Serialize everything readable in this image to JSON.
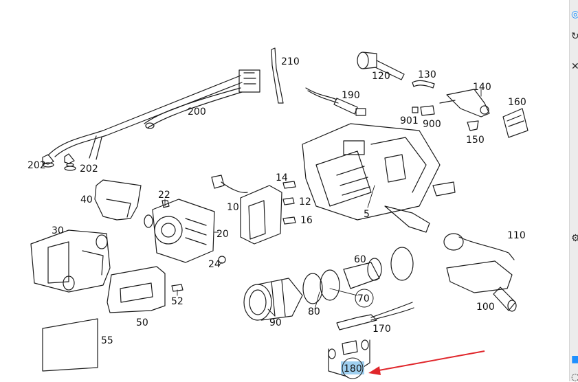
{
  "diagram": {
    "part_labels": {
      "p202a": "202",
      "p202b": "202",
      "p200": "200",
      "p210": "210",
      "p190": "190",
      "p120": "120",
      "p130": "130",
      "p140": "140",
      "p160": "160",
      "p901": "901",
      "p900": "900",
      "p150": "150",
      "p40": "40",
      "p22": "22",
      "p14": "14",
      "p12": "12",
      "p16": "16",
      "p10": "10",
      "p5": "5",
      "p30": "30",
      "p20": "20",
      "p24": "24",
      "p52": "52",
      "p50": "50",
      "p55": "55",
      "p60": "60",
      "p70": "70",
      "p80": "80",
      "p90": "90",
      "p170": "170",
      "p110": "110",
      "p100": "100",
      "p180": "180"
    },
    "highlighted_part": "180",
    "highlight_color": "#9fd0f0",
    "arrow_color": "#e0262b"
  },
  "sidebar": {
    "icons": [
      "target-icon",
      "rotate-icon",
      "close-icon",
      "settings-icon",
      "marker-square",
      "ring-icon"
    ],
    "colors": {
      "target": "#1e90ff",
      "marker": "#1e90ff"
    }
  }
}
